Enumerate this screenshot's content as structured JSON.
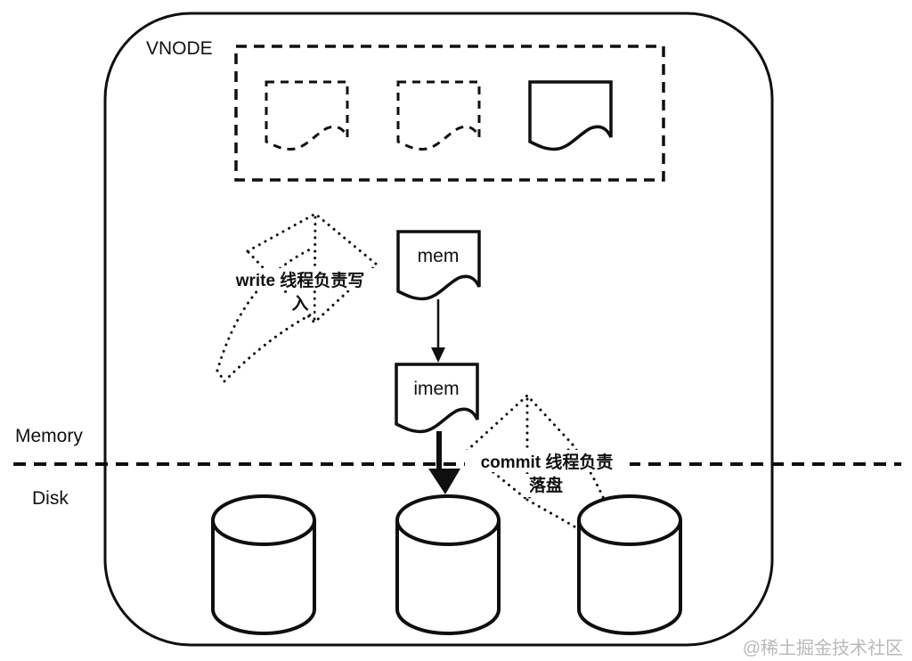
{
  "diagram": {
    "title": "VNODE write/commit memory-to-disk flow",
    "vnode_label": "VNODE",
    "memory_label": "Memory",
    "disk_label": "Disk",
    "mem_label": "mem",
    "imem_label": "imem",
    "write_annotation": {
      "line1": "write 线程负责写",
      "line2": "入",
      "full_text": "write 线程负责写入"
    },
    "commit_annotation": {
      "line1": "commit 线程负责",
      "line2": "落盘",
      "full_text": "commit 线程负责落盘"
    },
    "watermark": "@稀土掘金技术社区",
    "icons": {
      "document": "page-with-wavy-bottom",
      "dashed_document": "dashed-page-outline",
      "cylinder": "database-cylinder",
      "arrow": "down-arrow",
      "dotted_arrow": "dotted-curved-block-arrow"
    },
    "colors": {
      "stroke": "#0f0f0f",
      "background": "#ffffff",
      "watermark_gray": "#b9b9b9"
    }
  }
}
